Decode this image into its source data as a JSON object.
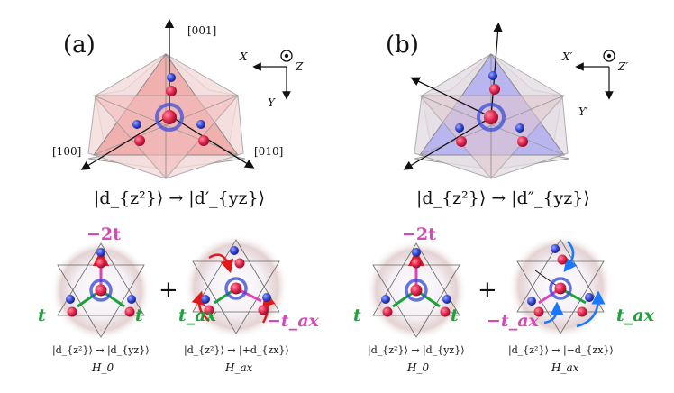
{
  "panels": [
    {
      "label": "(a)",
      "transition": "|d_{z²}⟩ → |d′_{yz}⟩",
      "axes": {
        "top": "[001]",
        "left": "[100]",
        "right": "[010]"
      },
      "frame": {
        "horizontal": "X",
        "vertical": "Y",
        "out": "Z"
      },
      "theme_color": "#e8726e"
    },
    {
      "label": "(b)",
      "transition": "|d_{z²}⟩ → |d″_{yz}⟩",
      "frame": {
        "horizontal": "X′",
        "vertical": "Y′",
        "out": "Z′"
      },
      "theme_color": "#7c78d8"
    }
  ],
  "subpanels": [
    {
      "hopping_top": "−2t",
      "hopping_left": "t",
      "hopping_right": "t",
      "caption": "|d_{z²}⟩ → |d_{yz}⟩",
      "hamiltonian": "H_0"
    },
    {
      "hopping_left": "t_ax",
      "hopping_right": "−t_ax",
      "caption": "|d_{z²}⟩ → |+d_{zx}⟩",
      "hamiltonian": "H_ax"
    },
    {
      "hopping_top": "−2t",
      "hopping_left": "t",
      "hopping_right": "t",
      "caption": "|d_{z²}⟩ → |d_{yz}⟩",
      "hamiltonian": "H_0"
    },
    {
      "hopping_left": "−t_ax",
      "hopping_right": "t_ax",
      "caption": "|d_{z²}⟩ → |−d_{zx}⟩",
      "hamiltonian": "H_ax"
    }
  ],
  "plus_sign": "+"
}
